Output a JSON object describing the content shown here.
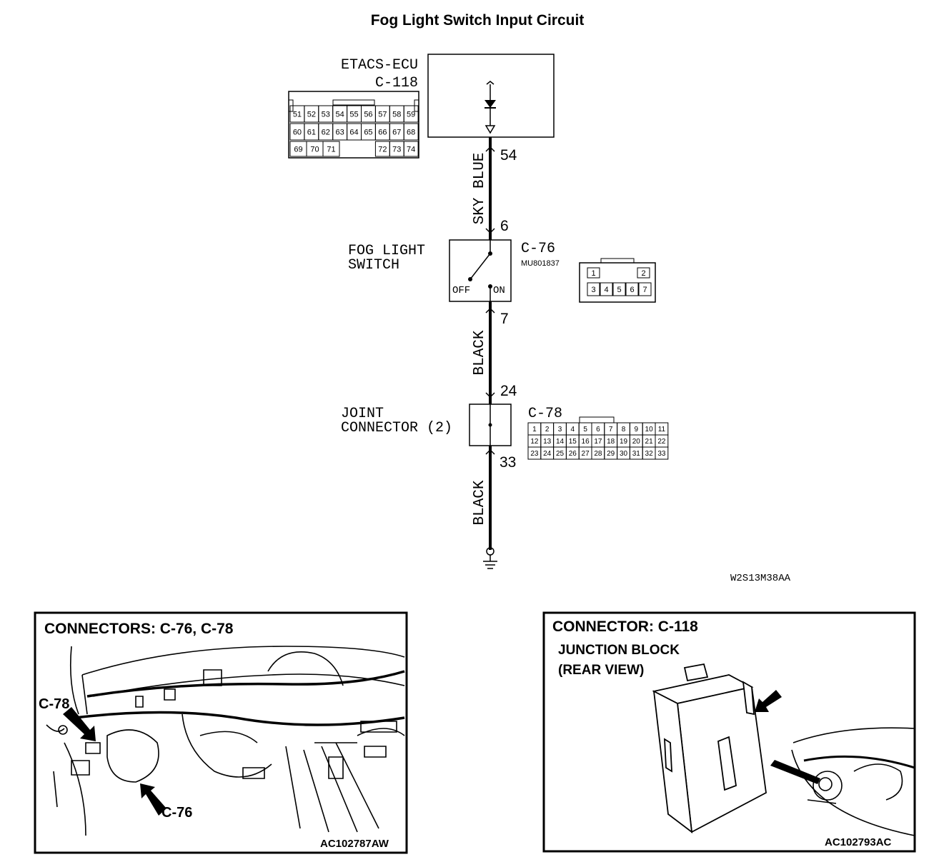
{
  "title": "Fog Light Switch Input Circuit",
  "etacs": {
    "name": "ETACS-ECU",
    "connector": "C-118"
  },
  "c118_pins": {
    "row1": [
      "51",
      "52",
      "53",
      "54",
      "55",
      "56",
      "57",
      "58",
      "59"
    ],
    "row2": [
      "60",
      "61",
      "62",
      "63",
      "64",
      "65",
      "66",
      "67",
      "68"
    ],
    "row3_left": [
      "69",
      "70",
      "71"
    ],
    "row3_right": [
      "72",
      "73",
      "74"
    ]
  },
  "wire1": {
    "color": "SKY BLUE",
    "pin_top": "54",
    "pin_bottom": "6"
  },
  "switch": {
    "line1": "FOG LIGHT",
    "line2": "SWITCH",
    "connector": "C-76",
    "part_no": "MU801837",
    "off": "OFF",
    "on": "ON"
  },
  "c76_pins": {
    "top": [
      "1",
      "2"
    ],
    "bottom": [
      "3",
      "4",
      "5",
      "6",
      "7"
    ]
  },
  "wire2": {
    "color": "BLACK",
    "pin_top": "7",
    "pin_bottom": "24"
  },
  "joint": {
    "line1": "JOINT",
    "line2": "CONNECTOR (2)",
    "connector": "C-78"
  },
  "c78_pins": {
    "row1": [
      "1",
      "2",
      "3",
      "4",
      "5",
      "6",
      "7",
      "8",
      "9",
      "10",
      "11"
    ],
    "row2": [
      "12",
      "13",
      "14",
      "15",
      "16",
      "17",
      "18",
      "19",
      "20",
      "21",
      "22"
    ],
    "row3": [
      "23",
      "24",
      "25",
      "26",
      "27",
      "28",
      "29",
      "30",
      "31",
      "32",
      "33"
    ]
  },
  "wire3": {
    "color": "BLACK",
    "pin_top": "33"
  },
  "diagram_code": "W2S13M38AA",
  "panel_left": {
    "header": "CONNECTORS: C-76, C-78",
    "callout_a": "C-78",
    "callout_b": "C-76",
    "code": "AC102787AW"
  },
  "panel_right": {
    "header": "CONNECTOR: C-118",
    "line1": "JUNCTION BLOCK",
    "line2": "(REAR VIEW)",
    "code": "AC102793AC"
  }
}
